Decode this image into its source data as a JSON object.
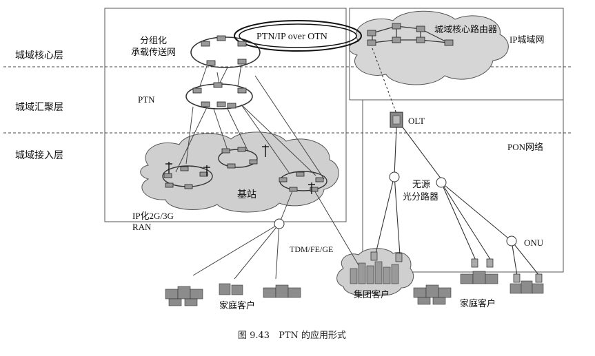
{
  "layers": {
    "core": "城域核心层",
    "aggregation": "城域汇聚层",
    "access": "城域接入层"
  },
  "labels": {
    "packet_transport": "分组化",
    "packet_transport_line2": "承载传送网",
    "ptn_ip_otn": "PTN/IP over OTN",
    "core_router": "城域核心路由器",
    "ip_metro": "IP城域网",
    "ptn": "PTN",
    "olt": "OLT",
    "pon_network": "PON网络",
    "base_station": "基站",
    "passive_splitter": "无源",
    "passive_splitter_line2": "光分路器",
    "ip_ran": "IP化2G/3G",
    "ip_ran_line2": "RAN",
    "tdm": "TDM/FE/GE",
    "onu": "ONU",
    "home_left": "家庭客户",
    "enterprise": "集团客户",
    "home_right": "家庭客户"
  },
  "caption": "图 9.43　PTN 的应用形式"
}
